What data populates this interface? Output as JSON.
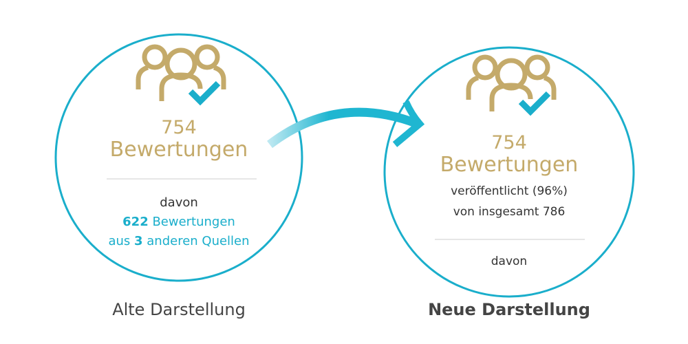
{
  "old": {
    "count": "754",
    "label": "Bewertungen",
    "davon": "davon",
    "line2_num": "622",
    "line2_text": " Bewertungen",
    "line3_pre": "aus ",
    "line3_num": "3",
    "line3_post": " anderen Quellen",
    "caption": "Alte Darstellung"
  },
  "new": {
    "count": "754",
    "label": "Bewertungen",
    "published": "veröffentlicht (96%)",
    "total": "von insgesamt 786",
    "davon": "davon",
    "caption": "Neue Darstellung"
  },
  "colors": {
    "accent": "#1aaecb",
    "gold": "#c4aa6a"
  }
}
